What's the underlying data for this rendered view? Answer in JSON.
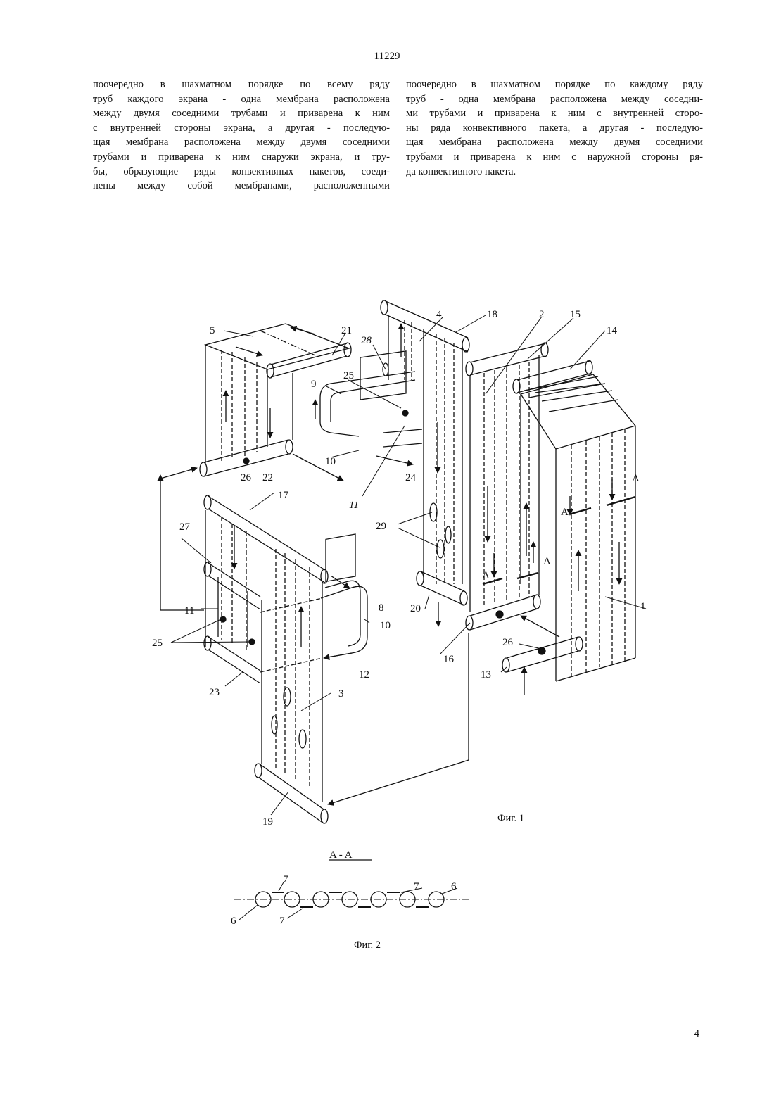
{
  "page_number_top": "11229",
  "left_column": [
    "поочередно в шахматном порядке по всему ряду",
    "труб каждого экрана - одна мембрана расположена",
    "между двумя соседними трубами и приварена к ним",
    "с внутренней стороны экрана, а другая - последую-",
    "щая мембрана расположена между двумя соседними",
    "трубами и приварена к ним снаружи экрана, и тру-",
    "бы, образующие ряды конвективных пакетов, соеди-",
    "нены между собой мембранами, расположенными"
  ],
  "right_column": [
    "поочередно в шахматном порядке по каждому ряду",
    "труб - одна мембрана расположена между соседни-",
    "ми трубами и приварена к ним с внутренней сторо-",
    "ны ряда конвективного пакета, а другая - последую-",
    "щая мембрана расположена между двумя соседними",
    "трубами и приварена к ним с наружной стороны ря-",
    "да конвективного пакета."
  ],
  "figure1": {
    "caption": "Фиг. 1",
    "labels": [
      "1",
      "2",
      "3",
      "4",
      "5",
      "8",
      "9",
      "10",
      "10",
      "11",
      "11",
      "12",
      "13",
      "14",
      "15",
      "16",
      "17",
      "18",
      "19",
      "20",
      "21",
      "22",
      "23",
      "24",
      "25",
      "25",
      "26",
      "26",
      "27",
      "28",
      "29",
      "A",
      "A",
      "A",
      "A"
    ]
  },
  "figure2": {
    "section_title": "A - A",
    "caption": "Фиг. 2",
    "labels": [
      "7",
      "7",
      "7",
      "6",
      "6"
    ]
  },
  "page_number_bottom": "4"
}
